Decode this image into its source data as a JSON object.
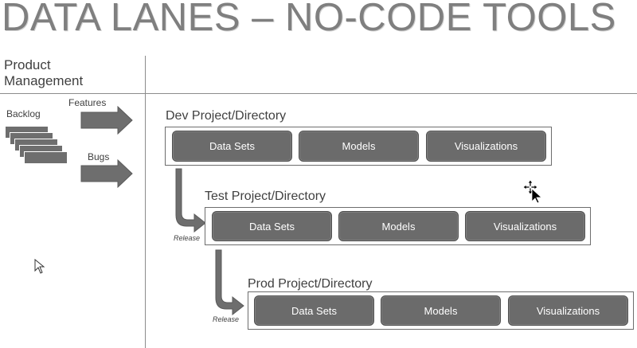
{
  "title": "DATA LANES – NO-CODE TOOLS",
  "product_management": "Product\nManagement",
  "inputs": {
    "backlog": "Backlog",
    "features": "Features",
    "bugs": "Bugs"
  },
  "projects": [
    {
      "title": "Dev Project/Directory",
      "items": [
        "Data Sets",
        "Models",
        "Visualizations"
      ]
    },
    {
      "title": "Test Project/Directory",
      "items": [
        "Data Sets",
        "Models",
        "Visualizations"
      ]
    },
    {
      "title": "Prod Project/Directory",
      "items": [
        "Data Sets",
        "Models",
        "Visualizations"
      ]
    }
  ],
  "release_label": "Release",
  "colors": {
    "pill": "#6b6b6b",
    "arrow": "#6e6e6e",
    "title": "#7f7f7f"
  }
}
